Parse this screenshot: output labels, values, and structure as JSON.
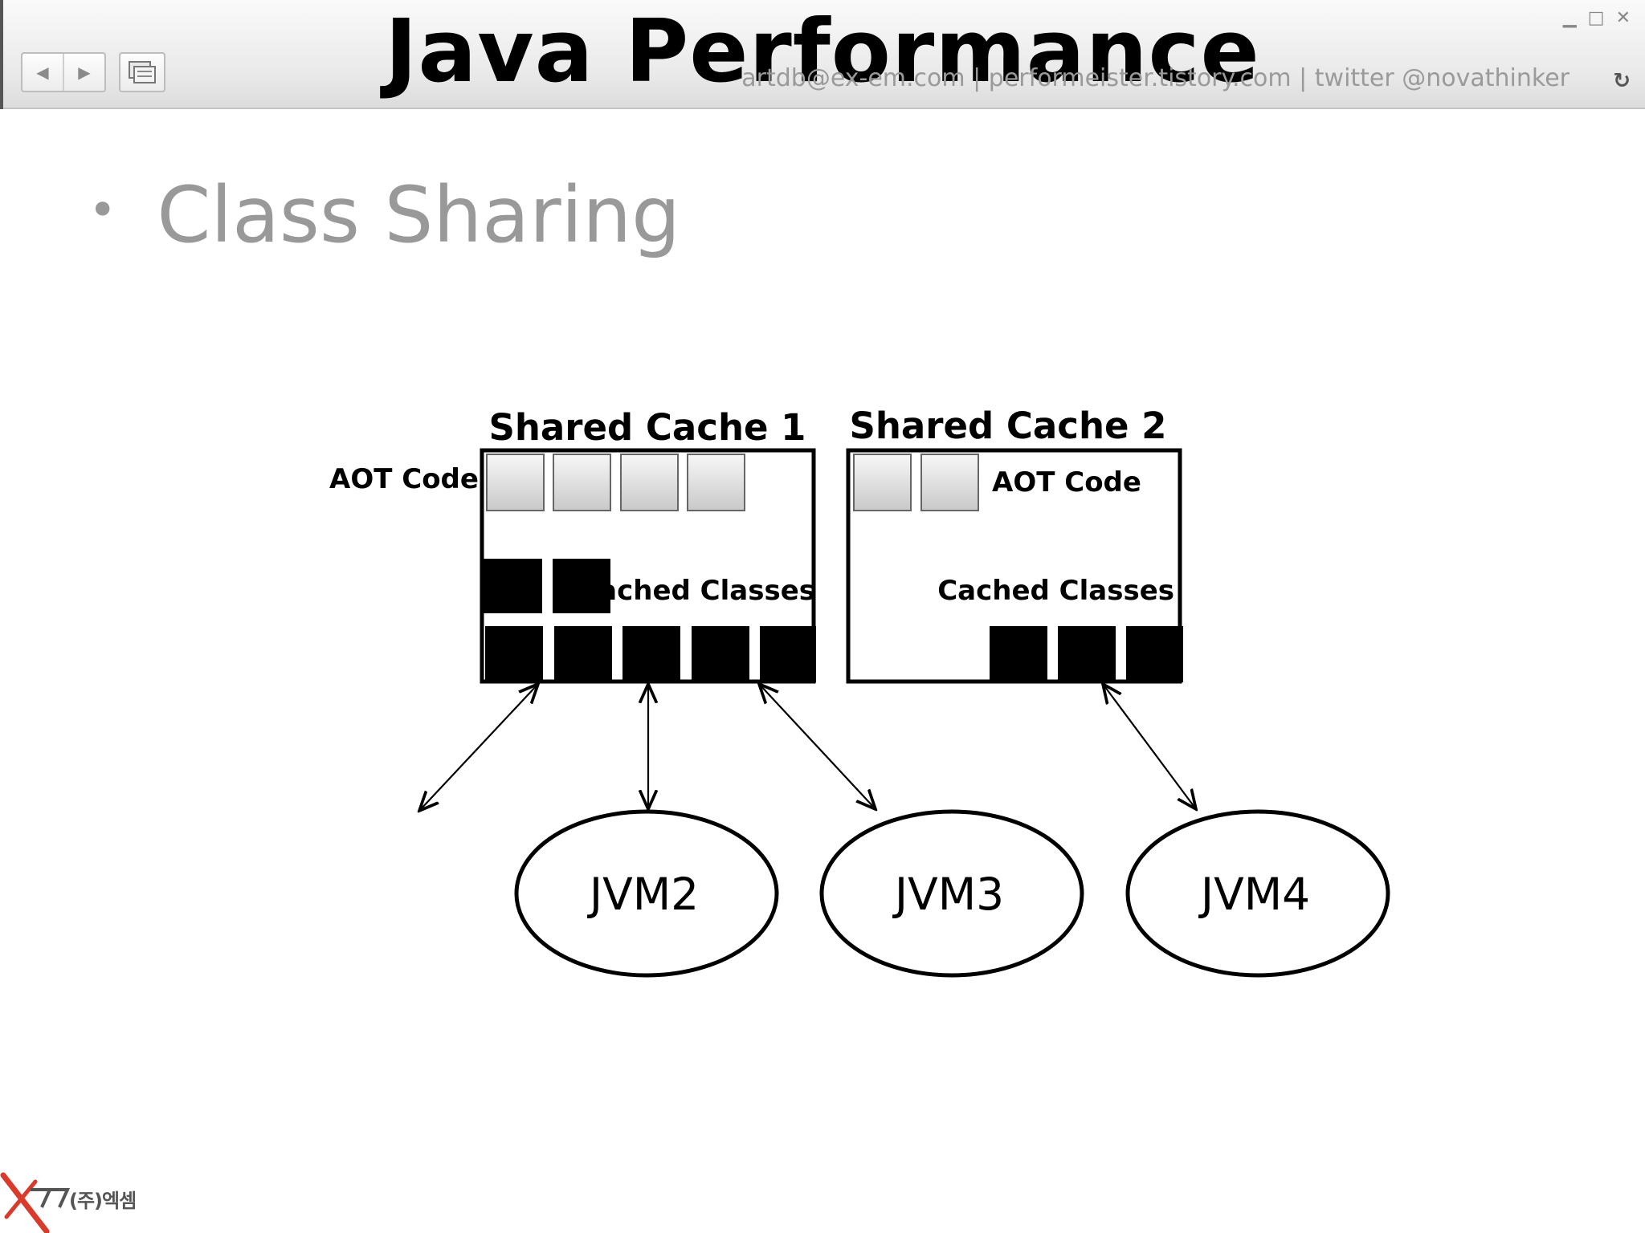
{
  "window": {
    "title": "Java Performance",
    "contact": "artdb@ex-em.com | performeister.tistory.com | twitter @novathinker"
  },
  "slide": {
    "bullet": "Class Sharing"
  },
  "diagram": {
    "cache1": {
      "title": "Shared Cache 1",
      "aot_label": "AOT Code",
      "classes_label": "Cached Classes"
    },
    "cache2": {
      "title": "Shared Cache 2",
      "aot_label": "AOT Code",
      "classes_label": "Cached Classes"
    },
    "jvms": [
      "JVM2",
      "JVM3",
      "JVM4"
    ]
  },
  "logo": {
    "text": "(주)엑셈"
  }
}
